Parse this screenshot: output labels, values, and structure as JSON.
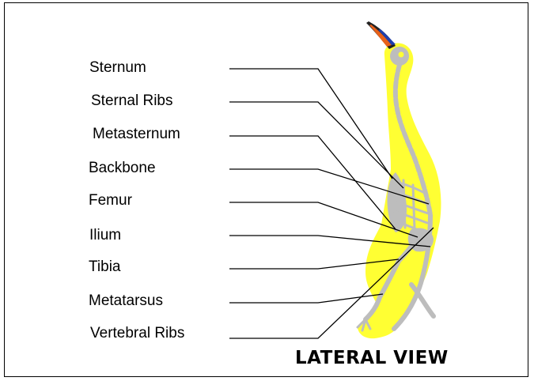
{
  "labels": [
    "Sternum",
    "Sternal Ribs",
    "Metasternum",
    "Backbone",
    "Femur",
    "Ilium",
    "Tibia",
    "Metatarsus",
    "Vertebral Ribs"
  ],
  "title": "LATERAL VIEW",
  "colors": {
    "body": "#ffff33",
    "bone": "#bdbdbd",
    "beak_orange": "#e8611a",
    "beak_blue": "#1f3fae",
    "beak_outline": "#222222",
    "leader_line": "#000000"
  }
}
